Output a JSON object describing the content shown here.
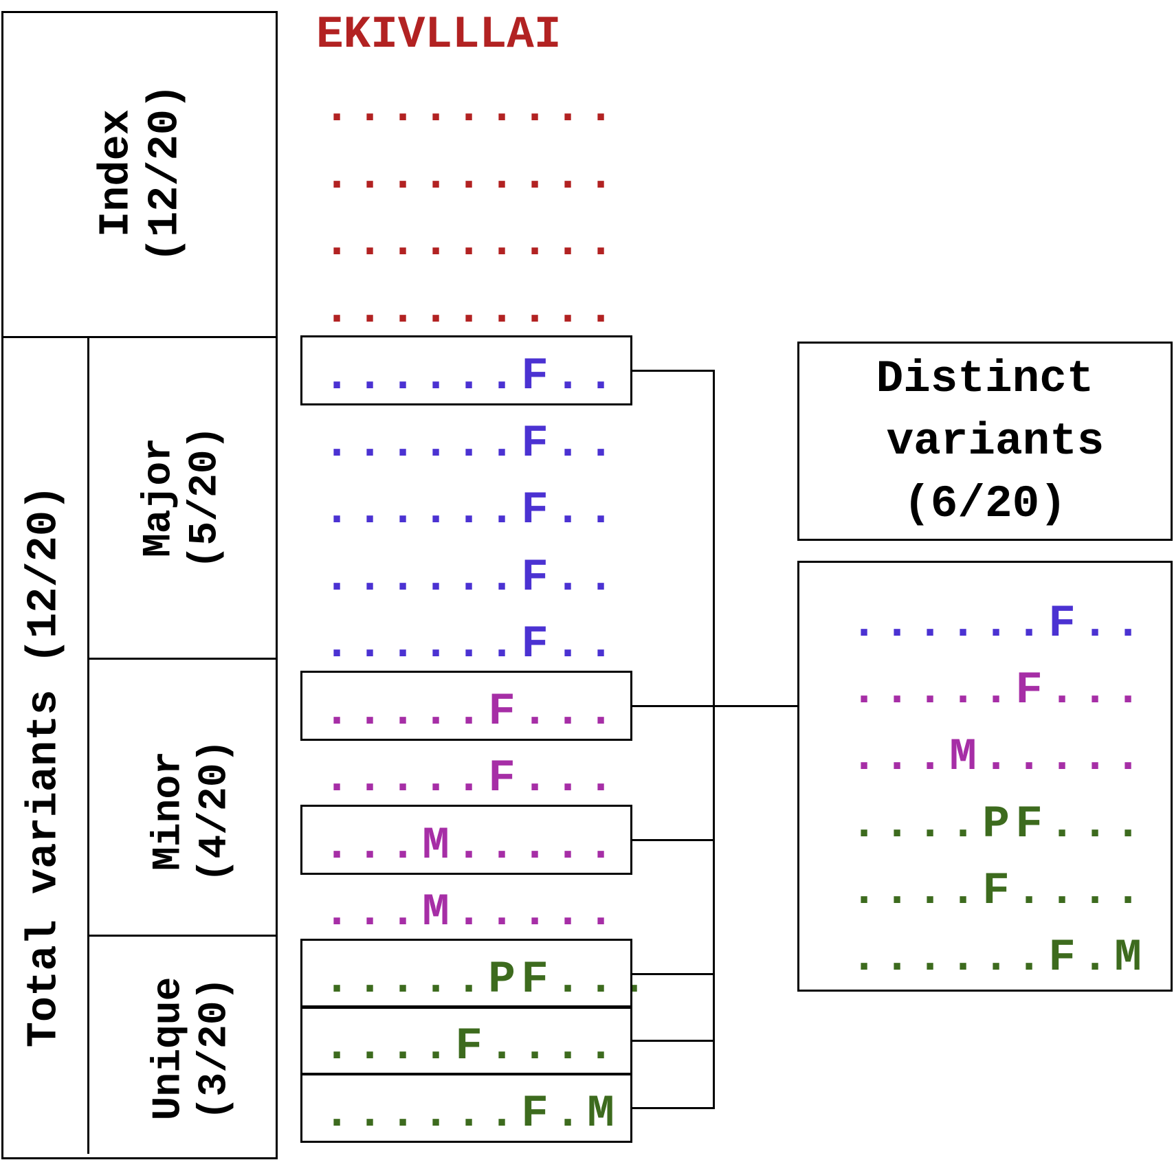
{
  "colors": {
    "index": "#b22222",
    "major": "#4b32d2",
    "minor": "#a62ea6",
    "unique": "#3d6b1e",
    "line": "#000000"
  },
  "reference_sequence": "EKIVLLLAI",
  "labels": {
    "index": {
      "name": "Index",
      "count": "(12/20)"
    },
    "total": {
      "name": "Total variants",
      "count": "(12/20)"
    },
    "major": {
      "name": "Major",
      "count": "(5/20)"
    },
    "minor": {
      "name": "Minor",
      "count": "(4/20)"
    },
    "unique": {
      "name": "Unique",
      "count": "(3/20)"
    },
    "distinct": {
      "line1": "Distinct",
      "line2": "variants",
      "line3": "(6/20)"
    }
  },
  "sequences": [
    {
      "group": "index",
      "text": ".........",
      "boxed": false
    },
    {
      "group": "index",
      "text": ".........",
      "boxed": false
    },
    {
      "group": "index",
      "text": ".........",
      "boxed": false
    },
    {
      "group": "index",
      "text": ".........",
      "boxed": false
    },
    {
      "group": "major",
      "text": "......F..",
      "boxed": true
    },
    {
      "group": "major",
      "text": "......F..",
      "boxed": false
    },
    {
      "group": "major",
      "text": "......F..",
      "boxed": false
    },
    {
      "group": "major",
      "text": "......F..",
      "boxed": false
    },
    {
      "group": "major",
      "text": "......F..",
      "boxed": false
    },
    {
      "group": "minor",
      "text": ".....F...",
      "boxed": true
    },
    {
      "group": "minor",
      "text": ".....F...",
      "boxed": false
    },
    {
      "group": "minor",
      "text": "...M.....",
      "boxed": true
    },
    {
      "group": "minor",
      "text": "...M.....",
      "boxed": false
    },
    {
      "group": "unique",
      "text": ".....PF...",
      "boxed": true
    },
    {
      "group": "unique",
      "text": "....F....",
      "boxed": true
    },
    {
      "group": "unique",
      "text": "......F.M",
      "boxed": true
    }
  ],
  "distinct_variants": [
    {
      "group": "major",
      "text": "......F.."
    },
    {
      "group": "minor",
      "text": ".....F..."
    },
    {
      "group": "minor",
      "text": "...M....."
    },
    {
      "group": "unique",
      "text": "....PF..."
    },
    {
      "group": "unique",
      "text": "....F...."
    },
    {
      "group": "unique",
      "text": "......F.M"
    }
  ]
}
